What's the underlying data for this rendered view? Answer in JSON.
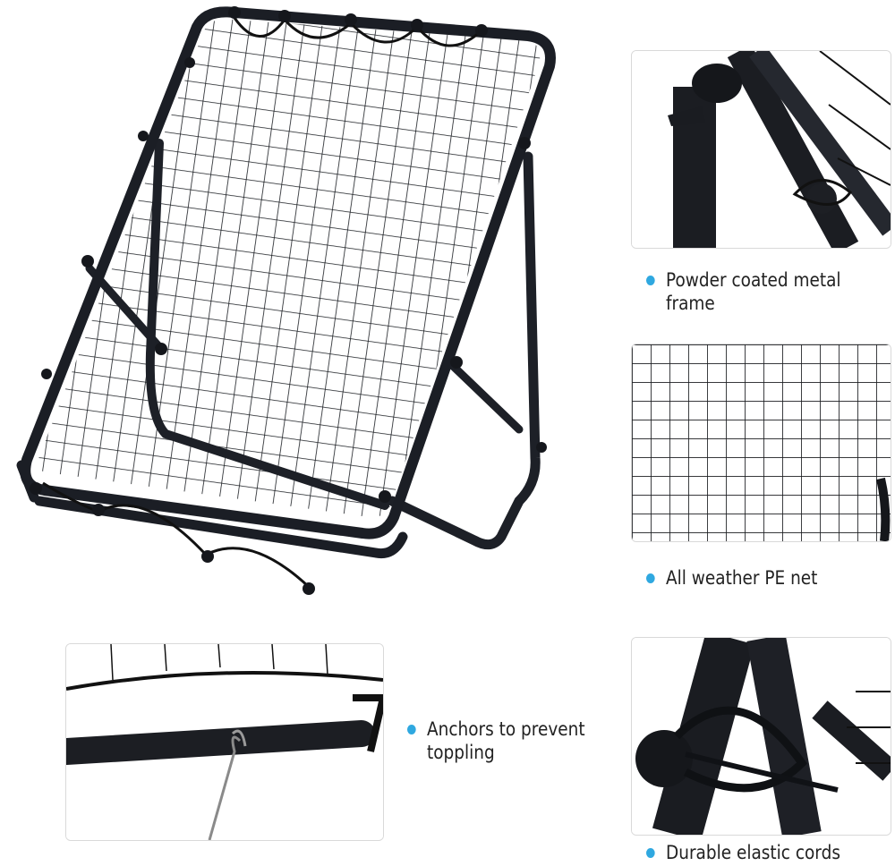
{
  "features": {
    "frame": {
      "label": "Powder coated metal frame"
    },
    "net": {
      "label": "All weather PE net"
    },
    "anchor": {
      "label": "Anchors to prevent\ntoppling"
    },
    "cords": {
      "label": "Durable elastic cords"
    }
  },
  "colors": {
    "bullet": "#2fa8e0",
    "frame": "#1c1f26",
    "net": "#15181d",
    "text": "#222222"
  },
  "icons": {
    "bullet": "bullet-dot"
  }
}
